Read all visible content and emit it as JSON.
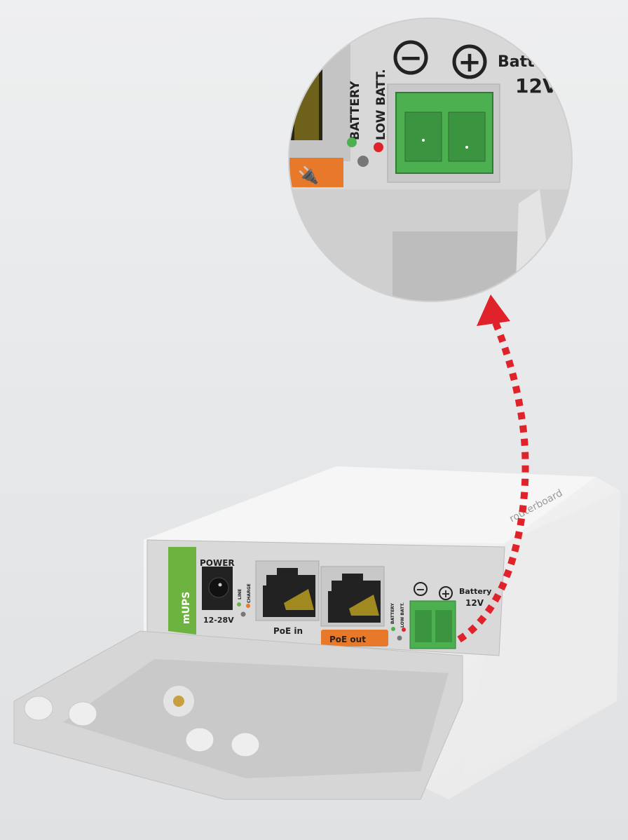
{
  "zoom_view": {
    "minus_symbol": "−",
    "plus_symbol": "+",
    "battery_label": "Batt",
    "voltage_label": "12V",
    "led_battery": "BATTERY",
    "led_low_batt": "LOW BATT."
  },
  "device": {
    "module_label": "mUPS",
    "power_label": "POWER",
    "power_voltage": "12-28V",
    "led_line": "LINE",
    "led_charge": "CHARGE",
    "port_poe_in": "PoE in",
    "port_poe_out": "PoE out",
    "led_battery": "BATTERY",
    "led_low_batt": "LOW BATT.",
    "minus_symbol": "−",
    "plus_symbol": "+",
    "battery_label": "Battery",
    "voltage_label": "12V",
    "brand_logo": "routerboard"
  },
  "colors": {
    "accent_green": "#6cb33f",
    "terminal_green": "#4caf50",
    "orange": "#e8782a",
    "arrow_red": "#e0222a"
  }
}
